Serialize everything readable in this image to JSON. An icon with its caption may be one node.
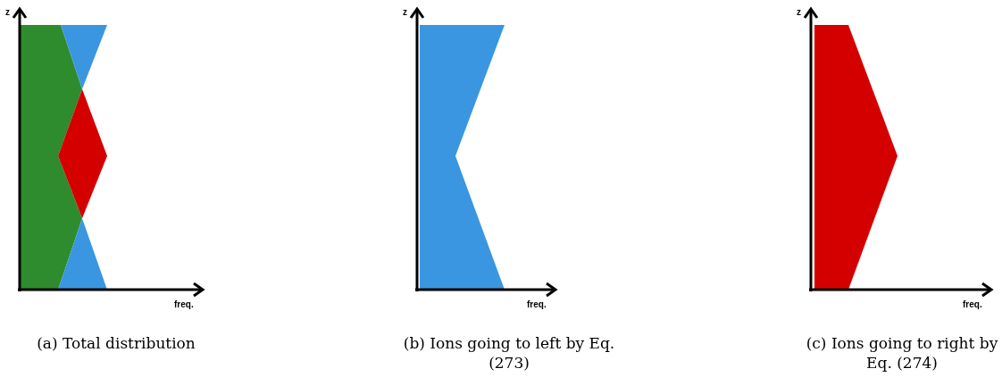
{
  "diagram": {
    "labels": [
      "z",
      "freq.",
      "(a) Total distribution",
      "z",
      "freq.",
      "(b) Ions going to left by Eq. (273)",
      "z",
      "freq.",
      "(c) Ions going to right by Eq. (274)"
    ]
  }
}
